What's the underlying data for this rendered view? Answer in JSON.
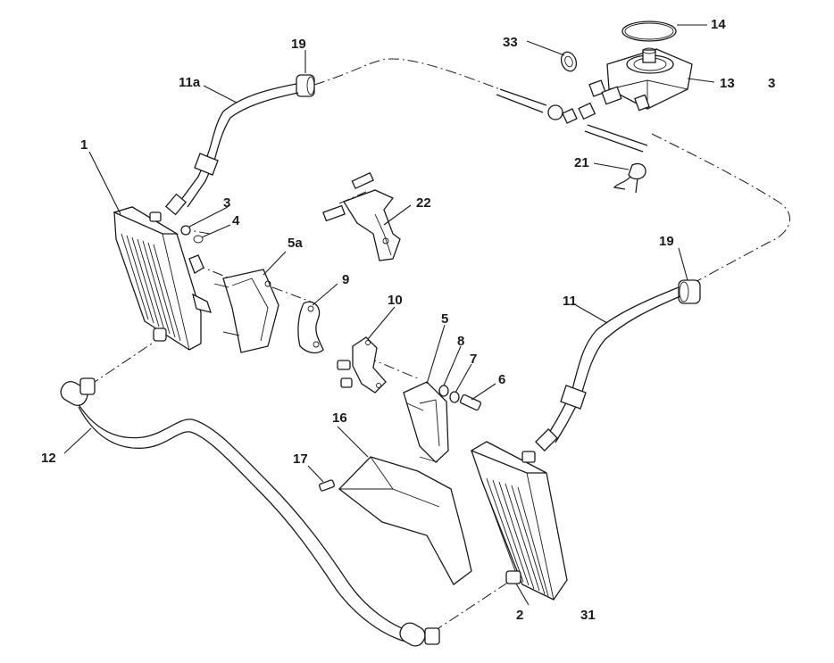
{
  "diagram": {
    "labels": {
      "l1": "1",
      "l2": "2",
      "l3a": "3",
      "l3b": "3",
      "l4": "4",
      "l5": "5",
      "l5a": "5a",
      "l6": "6",
      "l7": "7",
      "l8": "8",
      "l9": "9",
      "l10": "10",
      "l11": "11",
      "l11a": "11a",
      "l12": "12",
      "l13": "13",
      "l14": "14",
      "l16": "16",
      "l17": "17",
      "l19a": "19",
      "l19b": "19",
      "l21": "21",
      "l22": "22",
      "l31": "31",
      "l33": "33"
    }
  }
}
